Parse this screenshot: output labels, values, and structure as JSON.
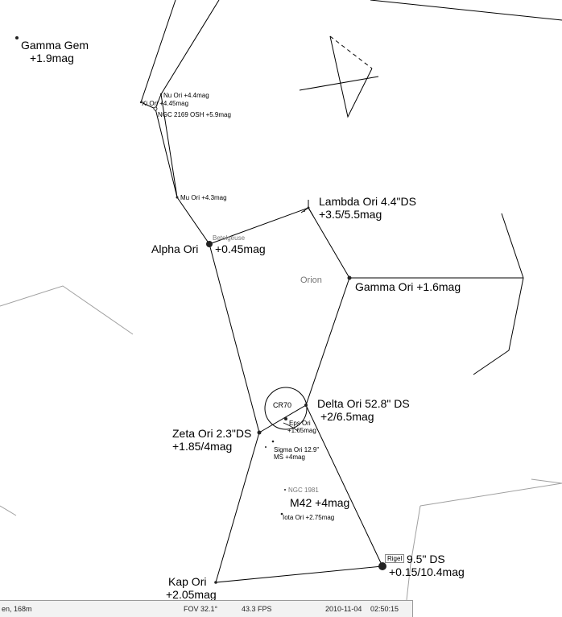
{
  "constellation_name": "Orion",
  "labels": {
    "gamma_gem_name": "Gamma Gem",
    "gamma_gem_mag": "+1.9mag",
    "nu_ori": "Nu Ori +4.4mag",
    "xi_ori": "Xi Ori +4.45mag",
    "ngc2169": "NGC 2169 OSH +5.9mag",
    "mu_ori": "Mu Ori +4.3mag",
    "lambda_ori_name": "Lambda Ori 4.4\"DS",
    "lambda_ori_mag": "+3.5/5.5mag",
    "betelgeuse": "Betelgeuse",
    "alpha_ori_name": "Alpha Ori",
    "alpha_ori_mag": "+0.45mag",
    "gamma_ori": "Gamma Ori +1.6mag",
    "cr70": "CR70",
    "delta_ori_name": "Delta Ori 52.8\" DS",
    "delta_ori_mag": "+2/6.5mag",
    "eps_ori_name": "Eps Ori",
    "eps_ori_mag": "+1.65mag",
    "zeta_ori_name": "Zeta Ori 2.3\"DS",
    "zeta_ori_mag": "+1.85/4mag",
    "sigma_ori_name": "Sigma Ori 12.9\"",
    "sigma_ori_mag": "MS +4mag",
    "ngc1981": "NGC 1981",
    "m42": "M42 +4mag",
    "iota_ori": "Iota Ori +2.75mag",
    "rigel": "Rigel",
    "rigel_ds": "9.5\" DS",
    "rigel_mag": "+0.15/10.4mag",
    "kap_ori_name": "Kap Ori",
    "kap_ori_mag": "+2.05mag"
  },
  "status_bar": {
    "location": "en, 168m",
    "fov": "FOV 32.1°",
    "fps": "43.3 FPS",
    "date": "2010-11-04",
    "time": "02:50:15"
  },
  "colors": {
    "constellation_line": "#000000",
    "neighbor_line": "#9a9a9a",
    "star": "#222222"
  }
}
